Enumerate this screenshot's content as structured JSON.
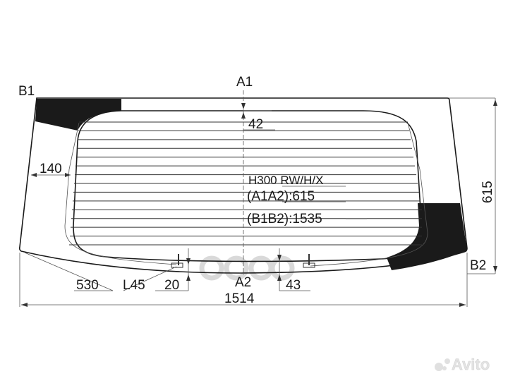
{
  "diagram": {
    "points": {
      "a1": "A1",
      "a2": "A2",
      "b1": "B1",
      "b2": "B2"
    },
    "model": "H300 RW/H/X",
    "height_spec": "(A1A2):615",
    "width_spec": "(B1B2):1535",
    "dimensions": {
      "top_band": "42",
      "left_offset": "140",
      "height": "615",
      "bottom_width": "1514",
      "left_edge": "530",
      "connector_left": "L45",
      "connector_gap": "20",
      "bottom_band": "43"
    },
    "heater_line_count": 15,
    "colors": {
      "tint": "#1a1a1a",
      "line": "#1a1a1a",
      "watermark": "#c8c8c8"
    }
  },
  "watermark": {
    "text": "оарс"
  },
  "brand": {
    "logo_text": "Avito"
  }
}
